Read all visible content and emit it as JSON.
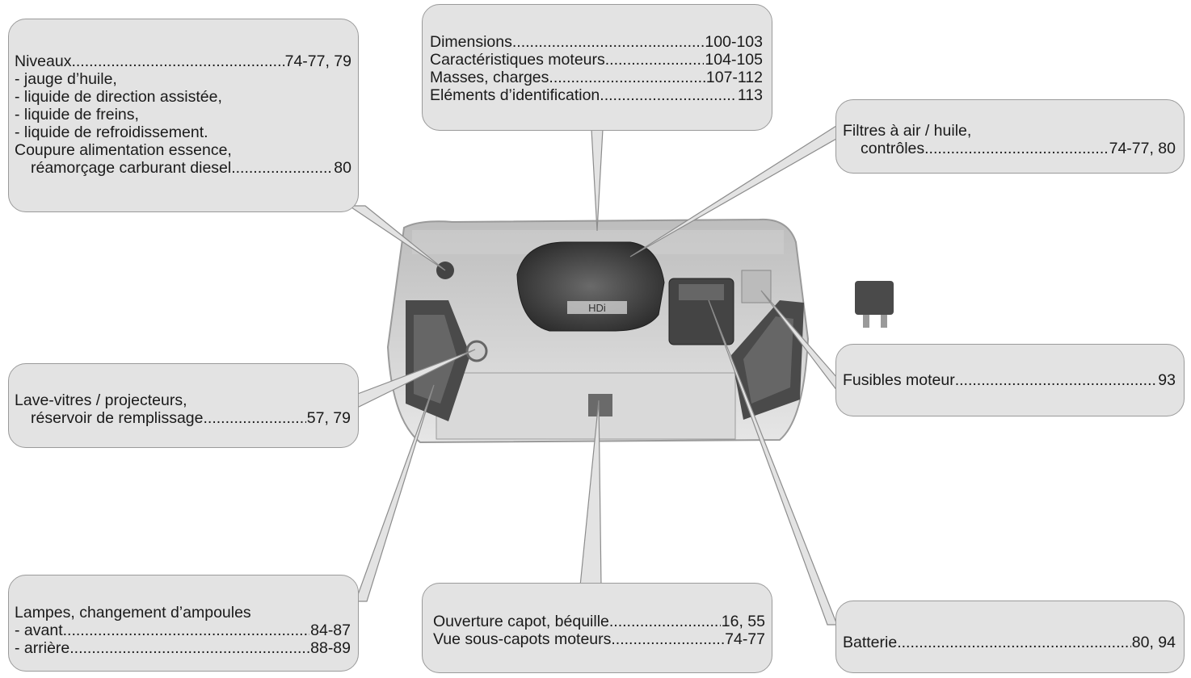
{
  "colors": {
    "box_fill": "#e3e3e3",
    "box_border": "#9a9a9a",
    "leader_line": "#8c8c8c"
  },
  "niveaux_box": {
    "title": "Niveaux",
    "title_pages": "74-77, 79",
    "items": [
      "- jauge d’huile,",
      "- liquide de direction assistée,",
      "- liquide de freins,",
      "- liquide de refroidissement."
    ],
    "coupure_line1": "Coupure alimentation essence,",
    "coupure_line2": "réamorçage carburant diesel",
    "coupure_pages": "80"
  },
  "specs_box": {
    "rows": [
      {
        "label": "Dimensions",
        "pages": "100-103"
      },
      {
        "label": "Caractéristiques moteurs",
        "pages": "104-105"
      },
      {
        "label": "Masses, charges ",
        "pages": "107-112"
      },
      {
        "label": "Eléments d’identification",
        "pages": "113"
      }
    ]
  },
  "filtres_box": {
    "line1": "Filtres à air / huile,",
    "line2": "contrôles",
    "pages": "74-77, 80"
  },
  "lave_box": {
    "line1": "Lave-vitres / projecteurs,",
    "line2": "réservoir de remplissage",
    "pages": "57, 79"
  },
  "fusibles_box": {
    "label": "Fusibles moteur",
    "pages": "93"
  },
  "lampes_box": {
    "title": "Lampes, changement d’ampoules",
    "rows": [
      {
        "label": "- avant",
        "pages": "84-87"
      },
      {
        "label": "- arrière ",
        "pages": "88-89"
      }
    ]
  },
  "ouverture_box": {
    "rows": [
      {
        "label": "Ouverture capot, béquille ",
        "pages": "16, 55"
      },
      {
        "label": "Vue sous-capots moteurs",
        "pages": "74-77"
      }
    ]
  },
  "batterie_box": {
    "label": "Batterie ",
    "pages": "80, 94"
  },
  "engine_logo_text": "HDi"
}
